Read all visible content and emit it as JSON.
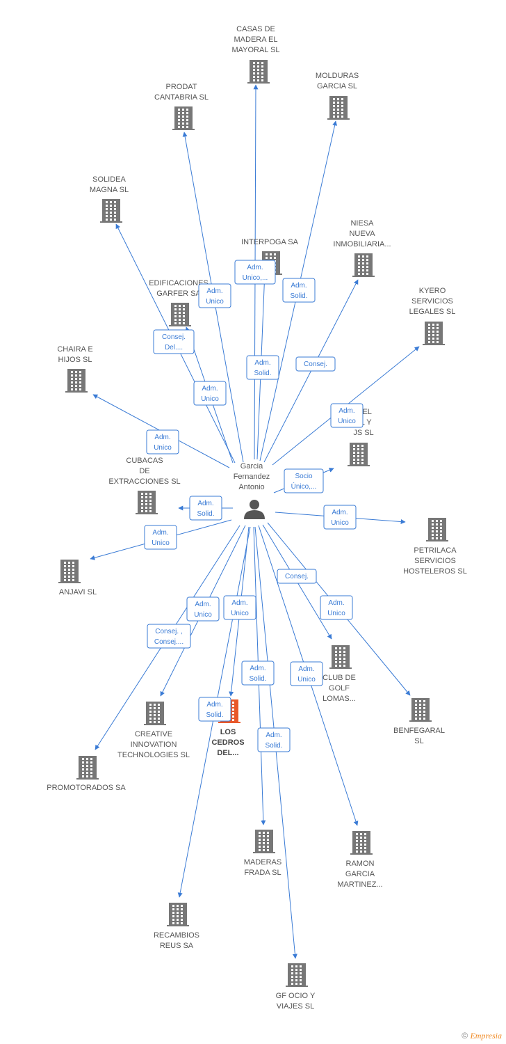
{
  "center": {
    "label": [
      "Garcia",
      "Fernandez",
      "Antonio"
    ],
    "icon": "person-icon"
  },
  "nodes": [
    {
      "id": "casas",
      "label": [
        "CASAS DE",
        "MADERA EL",
        "MAYORAL SL"
      ]
    },
    {
      "id": "molduras",
      "label": [
        "MOLDURAS",
        "GARCIA SL"
      ]
    },
    {
      "id": "prodat",
      "label": [
        "PRODAT",
        "CANTABRIA SL"
      ]
    },
    {
      "id": "solidea",
      "label": [
        "SOLIDEA",
        "MAGNA SL"
      ]
    },
    {
      "id": "interpoga",
      "label": [
        "INTERPOGA SA"
      ]
    },
    {
      "id": "niesa",
      "label": [
        "NIESA",
        "NUEVA",
        "INMOBILIARIA..."
      ]
    },
    {
      "id": "garfer",
      "label": [
        "EDIFICACIONES",
        "GARFER SA"
      ]
    },
    {
      "id": "kyero",
      "label": [
        "KYERO",
        "SERVICIOS",
        "LEGALES SL"
      ]
    },
    {
      "id": "chaira",
      "label": [
        "CHAIRA E",
        "HIJOS SL"
      ]
    },
    {
      "id": "elreal",
      "label": [
        "S EL",
        "AL Y",
        "JS SL"
      ]
    },
    {
      "id": "cubacas",
      "label": [
        "CUBACAS",
        "DE",
        "EXTRACCIONES SL"
      ]
    },
    {
      "id": "petrilaca",
      "label": [
        "PETRILACA",
        "SERVICIOS",
        "HOSTELEROS SL"
      ]
    },
    {
      "id": "anjavi",
      "label": [
        "ANJAVI SL"
      ]
    },
    {
      "id": "clubgolf",
      "label": [
        "CLUB DE",
        "GOLF",
        "LOMAS..."
      ]
    },
    {
      "id": "benfegaral",
      "label": [
        "BENFEGARAL",
        "SL"
      ]
    },
    {
      "id": "creative",
      "label": [
        "CREATIVE",
        "INNOVATION",
        "TECHNOLOGIES SL"
      ]
    },
    {
      "id": "cedros",
      "label": [
        "LOS",
        "CEDROS",
        "DEL..."
      ],
      "main": true
    },
    {
      "id": "promotorados",
      "label": [
        "PROMOTORADOS SA"
      ]
    },
    {
      "id": "maderas",
      "label": [
        "MADERAS",
        "FRADA SL"
      ]
    },
    {
      "id": "ramon",
      "label": [
        "RAMON",
        "GARCIA",
        "MARTINEZ..."
      ]
    },
    {
      "id": "recambios",
      "label": [
        "RECAMBIOS",
        "REUS SA"
      ]
    },
    {
      "id": "gfocio",
      "label": [
        "GF OCIO Y",
        "VIAJES SL"
      ]
    }
  ],
  "edges": [
    {
      "to": "casas",
      "label": [
        "Adm.",
        "Unico,..."
      ]
    },
    {
      "to": "molduras",
      "label": [
        "Adm.",
        "Solid."
      ]
    },
    {
      "to": "prodat",
      "label": [
        "Adm.",
        "Unico"
      ]
    },
    {
      "to": "solidea",
      "label": [
        "Consej.",
        "Del...."
      ]
    },
    {
      "to": "interpoga",
      "label": [
        "Adm.",
        "Solid."
      ]
    },
    {
      "to": "niesa",
      "label": [
        "Consej."
      ]
    },
    {
      "to": "garfer",
      "label": [
        "Adm.",
        "Unico"
      ]
    },
    {
      "to": "kyero",
      "label": [
        "Adm.",
        "Unico"
      ]
    },
    {
      "to": "chaira",
      "label": [
        "Adm.",
        "Unico"
      ]
    },
    {
      "to": "elreal",
      "label": [
        "Socio",
        "Único,..."
      ]
    },
    {
      "to": "cubacas",
      "label": [
        "Adm.",
        "Solid."
      ]
    },
    {
      "to": "petrilaca",
      "label": [
        "Adm.",
        "Unico"
      ]
    },
    {
      "to": "anjavi",
      "label": [
        "Adm.",
        "Unico"
      ]
    },
    {
      "to": "clubgolf",
      "label": [
        "Consej."
      ]
    },
    {
      "to": "benfegaral",
      "label": [
        "Adm.",
        "Unico"
      ]
    },
    {
      "to": "creative",
      "label": [
        "Adm.",
        "Unico"
      ]
    },
    {
      "to": "promotorados",
      "label": [
        "Consej. ,",
        "Consej...."
      ]
    },
    {
      "to": "cedros",
      "label": [
        "Adm.",
        "Unico"
      ]
    },
    {
      "to": "maderas",
      "label": [
        "Adm.",
        "Solid."
      ]
    },
    {
      "to": "ramon",
      "label": [
        "Adm.",
        "Unico"
      ]
    },
    {
      "to": "recambios",
      "label": [
        "Adm.",
        "Solid."
      ]
    },
    {
      "to": "gfocio",
      "label": [
        "Adm.",
        "Solid."
      ]
    }
  ],
  "footer": {
    "copyright": "©",
    "brand": "Empresia"
  },
  "colors": {
    "edge": "#3a7bd5",
    "node": "#777777",
    "main_node": "#e8582a",
    "person": "#555555"
  }
}
